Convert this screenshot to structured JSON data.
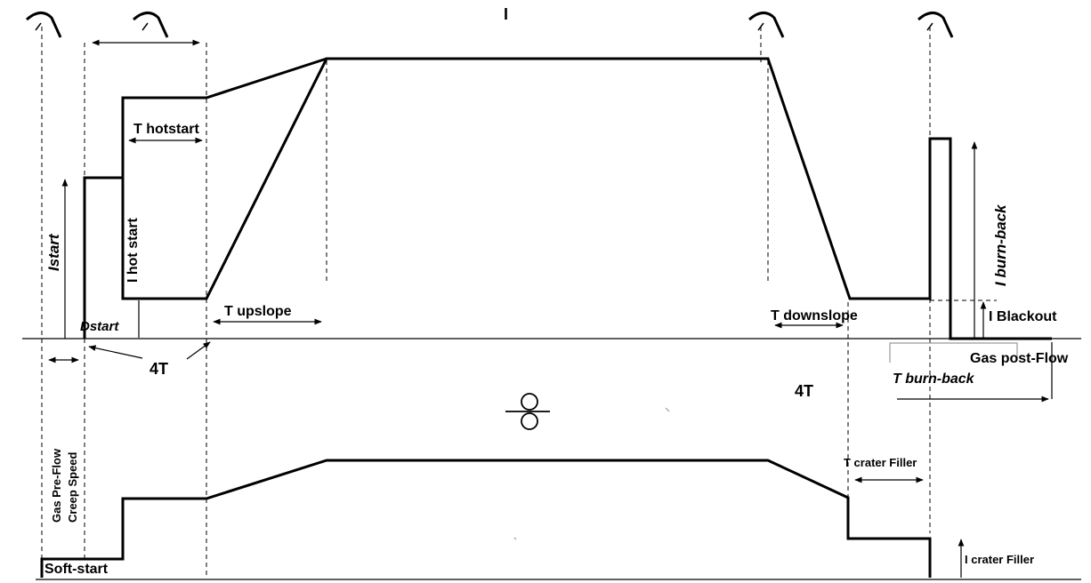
{
  "title_mark": "I",
  "labels": {
    "t_hotstart": "T hotstart",
    "i_hot_start": "I hot start",
    "istart": "Istart",
    "dstart": "Dstart",
    "t_upslope": "T upslope",
    "four_t_left": "4T",
    "four_t_right": "4T",
    "t_downslope": "T downslope",
    "i_burn_back": "I burn-back",
    "i_blackout": "I Blackout",
    "gas_post_flow": "Gas post-Flow",
    "t_burn_back": "T burn-back",
    "gas_pre_flow": "Gas Pre-Flow",
    "creep_speed": "Creep Speed",
    "t_crater_filler": "T crater Filler",
    "i_crater_filler": "I crater Filler",
    "soft_start": "Soft-start"
  },
  "icons": {
    "torch_trigger": "torch-trigger-icon",
    "wire_feed": "wire-feed-roller-icon"
  },
  "colors": {
    "line": "#000000",
    "background": "#ffffff",
    "bracket": "#9a9a9a"
  }
}
